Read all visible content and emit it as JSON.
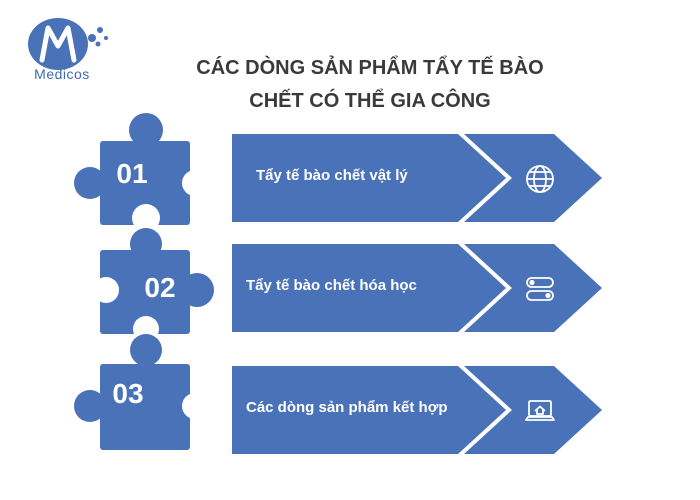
{
  "brand": {
    "name": "Medicos"
  },
  "title": {
    "line1": "CÁC DÒNG SẢN PHẨM TẨY TẾ BÀO",
    "line2": "CHẾT CÓ THỂ GIA CÔNG"
  },
  "items": [
    {
      "number": "01",
      "label": "Tẩy tế bào chết vật lý",
      "icon": "globe-icon"
    },
    {
      "number": "02",
      "label": "Tẩy tế bào chết hóa học",
      "icon": "toggle-switch-icon"
    },
    {
      "number": "03",
      "label": "Các dòng sản phẩm kết hợp",
      "icon": "laptop-home-icon"
    }
  ],
  "colors": {
    "accent": "#4a72b8",
    "title": "#3a3a3a",
    "background": "#ffffff"
  }
}
